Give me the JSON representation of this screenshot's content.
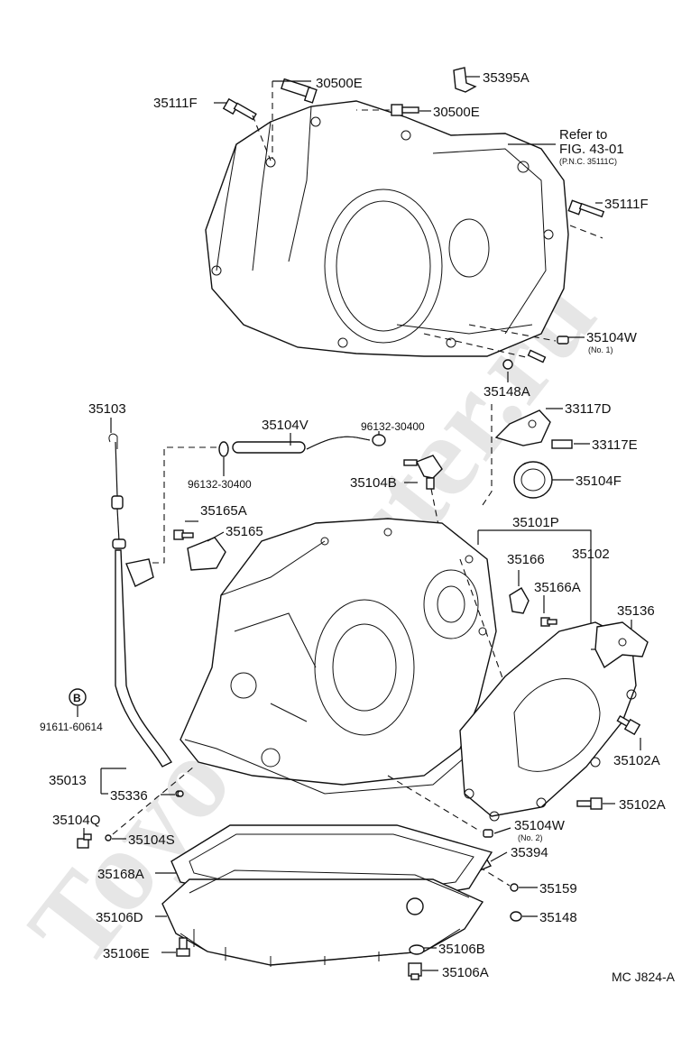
{
  "labels": {
    "p30500E_top": "30500E",
    "p35395A": "35395A",
    "p35111F_left": "35111F",
    "p30500E_mid": "30500E",
    "refer_line1": "Refer to",
    "refer_line2": "FIG. 43-01",
    "refer_line3": "(P.N.C. 35111C)",
    "p35111F_right": "35111F",
    "p35104W_1": "35104W",
    "p35104W_1_sub": "(No. 1)",
    "p35148A": "35148A",
    "p35103": "35103",
    "p35104V": "35104V",
    "p96132_a": "96132-30400",
    "p96132_b": "96132-30400",
    "p35104B": "35104B",
    "p33117D": "33117D",
    "p33117E": "33117E",
    "p35104F": "35104F",
    "p35165A": "35165A",
    "p35165": "35165",
    "p35101P": "35101P",
    "p35166": "35166",
    "p35102": "35102",
    "p35166A": "35166A",
    "p35136": "35136",
    "p91611": "91611-60614",
    "p35102A_1": "35102A",
    "p35013": "35013",
    "p35336": "35336",
    "p35102A_2": "35102A",
    "p35104Q": "35104Q",
    "p35104S": "35104S",
    "p35104W_2": "35104W",
    "p35104W_2_sub": "(No. 2)",
    "p35394": "35394",
    "p35168A": "35168A",
    "p35159": "35159",
    "p35106D": "35106D",
    "p35148": "35148",
    "p35106E": "35106E",
    "p35106B": "35106B",
    "p35106A": "35106A",
    "diagram_code": "MC J824-A",
    "bolt_badge": "B"
  },
  "watermark": "ToyotaMaster.ru"
}
